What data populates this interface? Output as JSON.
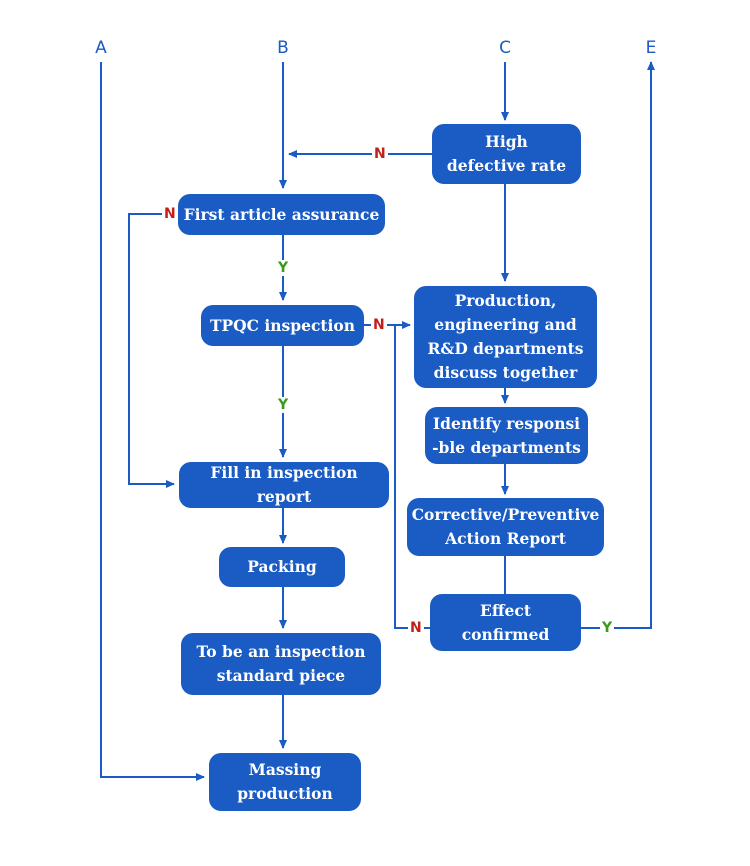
{
  "columns": {
    "a": "A",
    "b": "B",
    "c": "C",
    "e": "E"
  },
  "nodes": {
    "high_defective_rate": "High\ndefective rate",
    "first_article_assurance": "First article assurance",
    "tpqc_inspection": "TPQC inspection",
    "discuss_together": "Production,\nengineering and\nR&D departments\ndiscuss together",
    "identify_departments": "Identify responsi\n-ble departments",
    "fill_report": "Fill in inspection report",
    "corrective_report": "Corrective/Preventive\nAction Report",
    "packing": "Packing",
    "effect_confirmed": "Effect confirmed",
    "standard_piece": "To be an inspection\nstandard piece",
    "massing_production": "Massing\nproduction"
  },
  "decisions": {
    "no": "N",
    "yes": "Y"
  },
  "colors": {
    "box": "#1a5bc4",
    "line": "#1a5bc4",
    "no_label": "#c0201a",
    "yes_label": "#3a9a1c"
  }
}
